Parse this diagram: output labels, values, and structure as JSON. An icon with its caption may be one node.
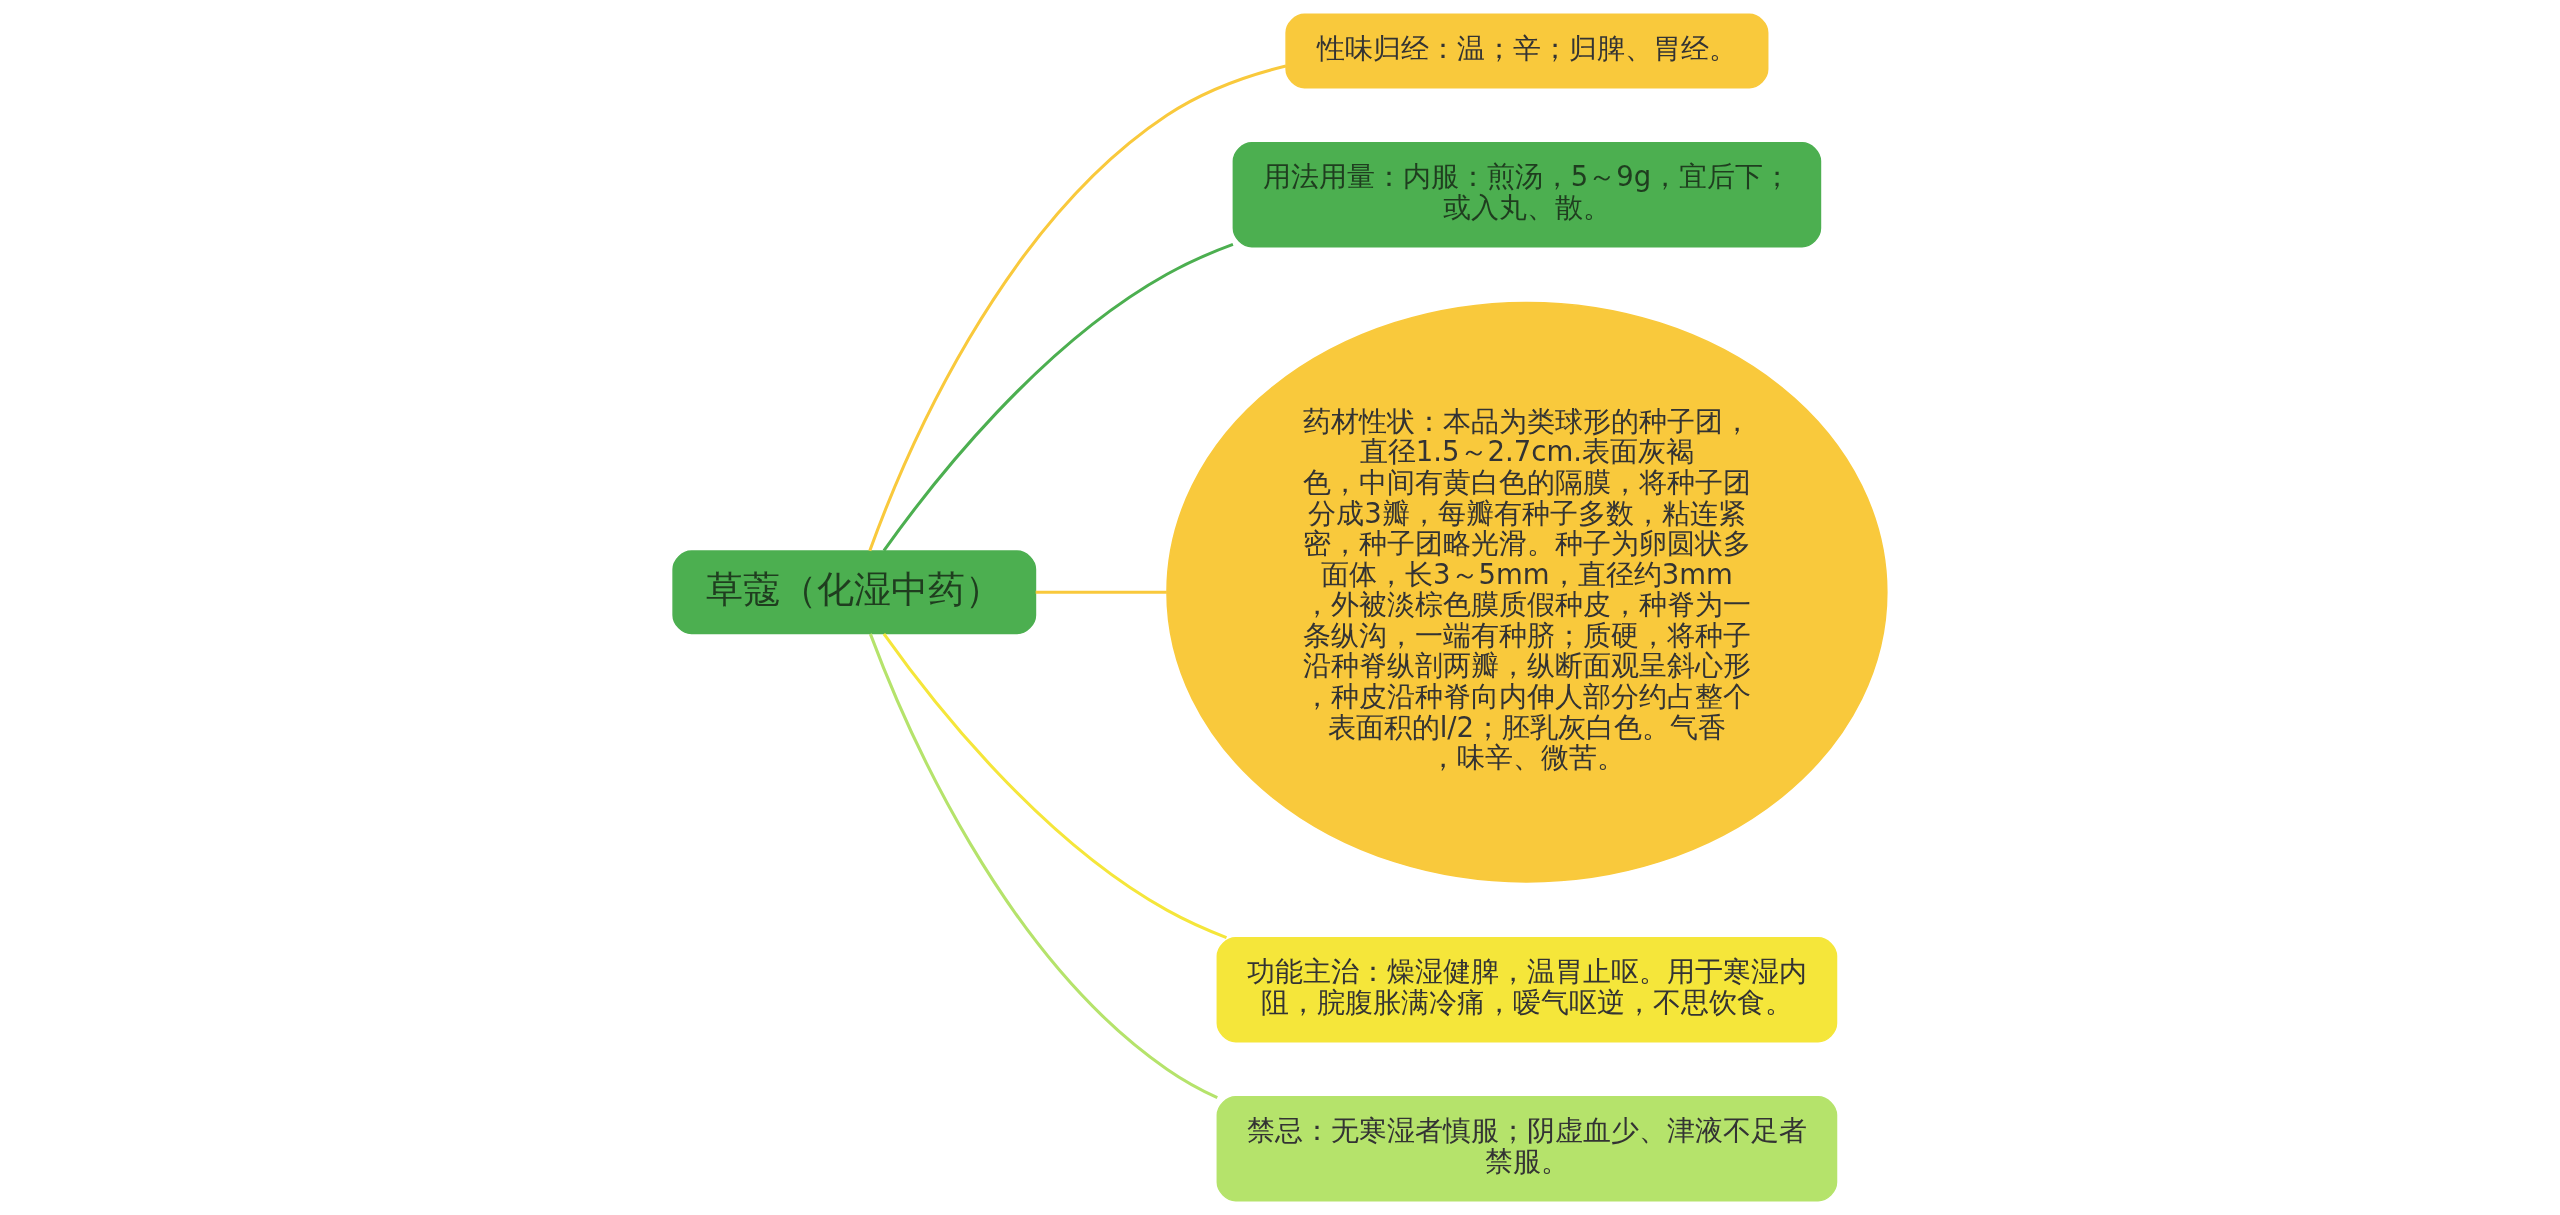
{
  "diagram": {
    "nodes": [
      {
        "text": [
          "草蔻（化湿中药）"
        ]
      },
      {
        "text": [
          "性味归经：温；辛；归脾、胃经。"
        ]
      },
      {
        "text": [
          "用法用量：内服：煎汤，5～9g，宜后下；或入丸、散。"
        ]
      },
      {
        "text": [
          "药材性状：本品为类球形的种子团，直径1.5～2.7cm.表面灰褐色，中间有黄白色的隔膜，将种子团分成3瓣，每瓣有种子多数，粘连紧密，种子团略光滑。种子为卵圆状多面体，长3～5mm，直径约3mm，外被淡棕色膜质假种皮，种脊为一条纵沟，一端有种脐；质硬，将种子沿种脊纵剖两瓣，纵断面观呈斜心形，种皮沿种脊向内伸人部分约占整个表面积的l/2；胚乳灰白色。气香，味辛、微苦。"
        ]
      },
      {
        "text": [
          "功能主治：燥湿健脾，温胃止呕。用于寒湿内阻，脘腹胀满冷痛，嗳气呕逆，不思饮食。"
        ]
      },
      {
        "text": [
          "禁忌：无寒湿者慎服；阴虚血少、津液不足者禁服。"
        ]
      }
    ],
    "edges": [
      {
        "from": 0,
        "to": 1,
        "arrow": "none",
        "color": "#f9c93c"
      },
      {
        "from": 0,
        "to": 2,
        "arrow": "none",
        "color": "#4caf50"
      },
      {
        "from": 0,
        "to": 3,
        "arrow": "none",
        "color": "#f9c93c"
      },
      {
        "from": 0,
        "to": 4,
        "arrow": "none",
        "color": "#f5e63a"
      },
      {
        "from": 0,
        "to": 5,
        "arrow": "none",
        "color": "#b5e36b"
      }
    ]
  }
}
